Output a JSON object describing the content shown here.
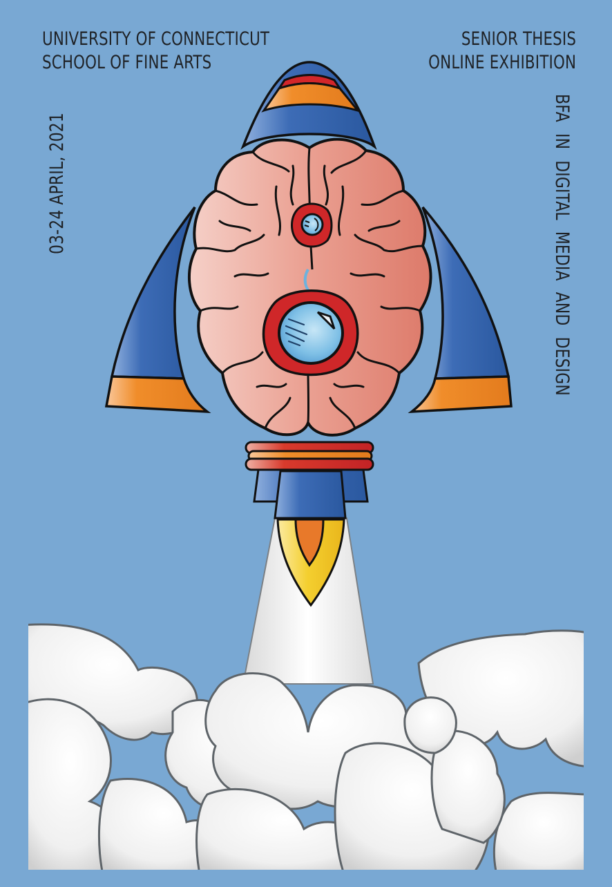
{
  "poster": {
    "institution": {
      "line1": "UNIVERSITY OF CONNECTICUT",
      "line2": "SCHOOL OF FINE ARTS"
    },
    "event": {
      "line1": "SENIOR THESIS",
      "line2": "ONLINE EXHIBITION"
    },
    "dates": "03-24 APRIL, 2021",
    "program": "BFA  IN DIGITAL  MEDIA  AND  DESIGN",
    "illustration": {
      "subject": "brain-rocket-launch",
      "elements": [
        "nose-cone",
        "left-fin",
        "right-fin",
        "brain-body",
        "porthole-small",
        "porthole-large",
        "red-rings",
        "nozzle",
        "flame",
        "exhaust-plume",
        "smoke-clouds"
      ]
    }
  },
  "colors": {
    "background": "#79a8d3",
    "text": "#1f2226",
    "rocket_blue": "#2f5fa8",
    "rocket_orange": "#ef8a22",
    "rocket_red": "#d3262a",
    "brain_pink": "#e99a8d",
    "porthole_blue": "#79bde3",
    "flame_yellow": "#f3c92c",
    "flame_orange": "#e8792a",
    "cloud_white": "#f4f4f4",
    "cloud_outline": "#5e6469"
  }
}
